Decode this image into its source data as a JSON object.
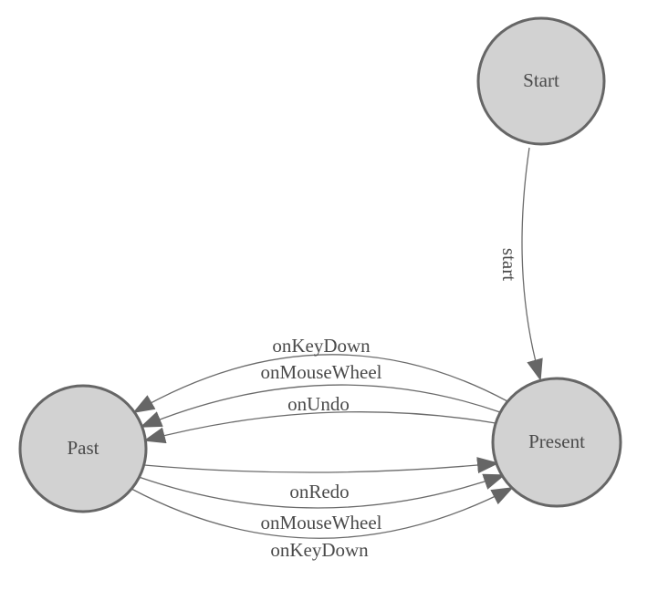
{
  "diagram": {
    "type": "state-machine",
    "nodes": [
      {
        "id": "start",
        "label": "Start"
      },
      {
        "id": "past",
        "label": "Past"
      },
      {
        "id": "present",
        "label": "Present"
      }
    ],
    "edges": [
      {
        "from": "start",
        "to": "present",
        "label": "start"
      },
      {
        "from": "present",
        "to": "past",
        "label": "onKeyDown"
      },
      {
        "from": "present",
        "to": "past",
        "label": "onMouseWheel"
      },
      {
        "from": "present",
        "to": "past",
        "label": "onUndo"
      },
      {
        "from": "past",
        "to": "present",
        "label": "onRedo"
      },
      {
        "from": "past",
        "to": "present",
        "label": "onMouseWheel"
      },
      {
        "from": "past",
        "to": "present",
        "label": "onKeyDown"
      }
    ],
    "colors": {
      "background": "#ffffff",
      "node_fill": "#d2d2d2",
      "node_stroke": "#666666",
      "edge_stroke": "#6b6b6b",
      "arrowhead_fill": "#666666",
      "label_text": "#4a4a4a"
    }
  }
}
